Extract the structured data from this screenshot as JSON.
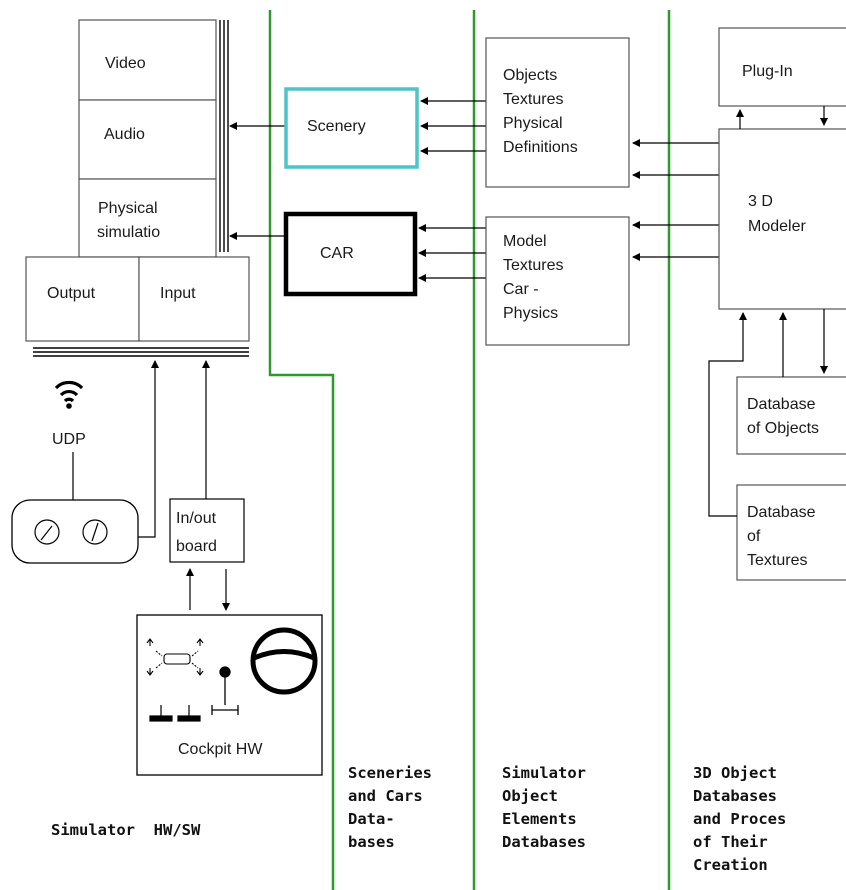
{
  "hw": {
    "video": "Video",
    "audio": "Audio",
    "physical": [
      "Physical",
      "simulatio"
    ],
    "output": "Output",
    "input": "Input",
    "udp": "UDP",
    "inout_board": [
      "In/out",
      "board"
    ],
    "cockpit": "Cockpit HW"
  },
  "scenery_box": "Scenery",
  "car_box": "CAR",
  "objects_box": [
    "Objects",
    "Textures",
    "Physical",
    "Definitions"
  ],
  "model_box": [
    "Model",
    "Textures",
    "Car -",
    "Physics"
  ],
  "plugin_box": "Plug-In",
  "modeler_box": [
    "3 D",
    "Modeler"
  ],
  "db_objects": [
    "Database",
    "of Objects"
  ],
  "db_textures": [
    "Database",
    "of",
    "Textures"
  ],
  "columns": {
    "hw_sw": "Simulator  HW/SW",
    "sceneries": [
      "Sceneries",
      "and Cars",
      "Data-",
      "bases"
    ],
    "sim_object": [
      "Simulator",
      "Object",
      "Elements",
      "Databases"
    ],
    "db_3d": [
      "3D Object",
      "Databases",
      "and Proces",
      "of Their",
      "Creation"
    ]
  },
  "colors": {
    "divider": "#2d9a2d",
    "scenery_border": "#4cc4c9",
    "line": "#000000"
  }
}
